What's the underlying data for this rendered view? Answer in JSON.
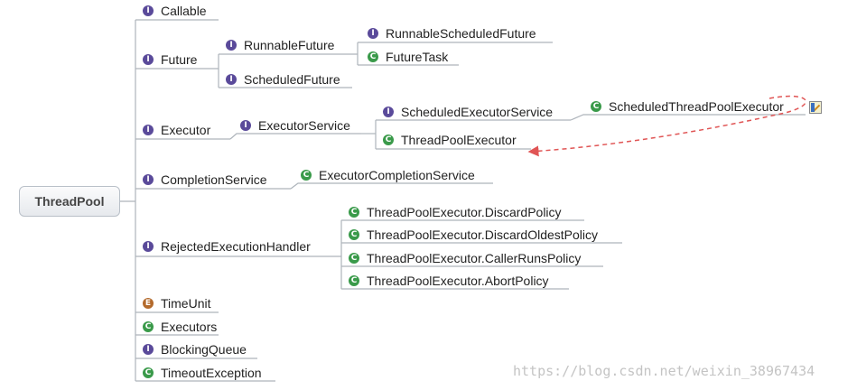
{
  "root": "ThreadPool",
  "nodes": {
    "callable": {
      "label": "Callable",
      "kind": "I"
    },
    "future": {
      "label": "Future",
      "kind": "I"
    },
    "runnable_future": {
      "label": "RunnableFuture",
      "kind": "I"
    },
    "runnable_scheduled_future": {
      "label": "RunnableScheduledFuture",
      "kind": "I"
    },
    "future_task": {
      "label": "FutureTask",
      "kind": "C"
    },
    "scheduled_future": {
      "label": "ScheduledFuture",
      "kind": "I"
    },
    "executor": {
      "label": "Executor",
      "kind": "I"
    },
    "executor_service": {
      "label": "ExecutorService",
      "kind": "I"
    },
    "scheduled_executor_service": {
      "label": "ScheduledExecutorService",
      "kind": "I"
    },
    "scheduled_thread_pool_executor": {
      "label": "ScheduledThreadPoolExecutor",
      "kind": "C"
    },
    "thread_pool_executor": {
      "label": "ThreadPoolExecutor",
      "kind": "C"
    },
    "completion_service": {
      "label": "CompletionService",
      "kind": "I"
    },
    "executor_completion_service": {
      "label": "ExecutorCompletionService",
      "kind": "C"
    },
    "rejected_execution_handler": {
      "label": "RejectedExecutionHandler",
      "kind": "I"
    },
    "discard_policy": {
      "label": "ThreadPoolExecutor.DiscardPolicy",
      "kind": "C"
    },
    "discard_oldest_policy": {
      "label": "ThreadPoolExecutor.DiscardOldestPolicy",
      "kind": "C"
    },
    "caller_runs_policy": {
      "label": "ThreadPoolExecutor.CallerRunsPolicy",
      "kind": "C"
    },
    "abort_policy": {
      "label": "ThreadPoolExecutor.AbortPolicy",
      "kind": "C"
    },
    "time_unit": {
      "label": "TimeUnit",
      "kind": "E"
    },
    "executors": {
      "label": "Executors",
      "kind": "C"
    },
    "blocking_queue": {
      "label": "BlockingQueue",
      "kind": "I"
    },
    "timeout_exception": {
      "label": "TimeoutException",
      "kind": "C"
    }
  },
  "badge_letters": {
    "I": "I",
    "C": "C",
    "E": "E"
  },
  "colors": {
    "interface_badge": "#5a4a9a",
    "class_badge": "#3a9a4a",
    "enum_badge": "#b36a2c",
    "connector": "#aeb4bb",
    "relationship_arrow": "#e05555"
  },
  "watermark": "https://blog.csdn.net/weixin_38967434"
}
